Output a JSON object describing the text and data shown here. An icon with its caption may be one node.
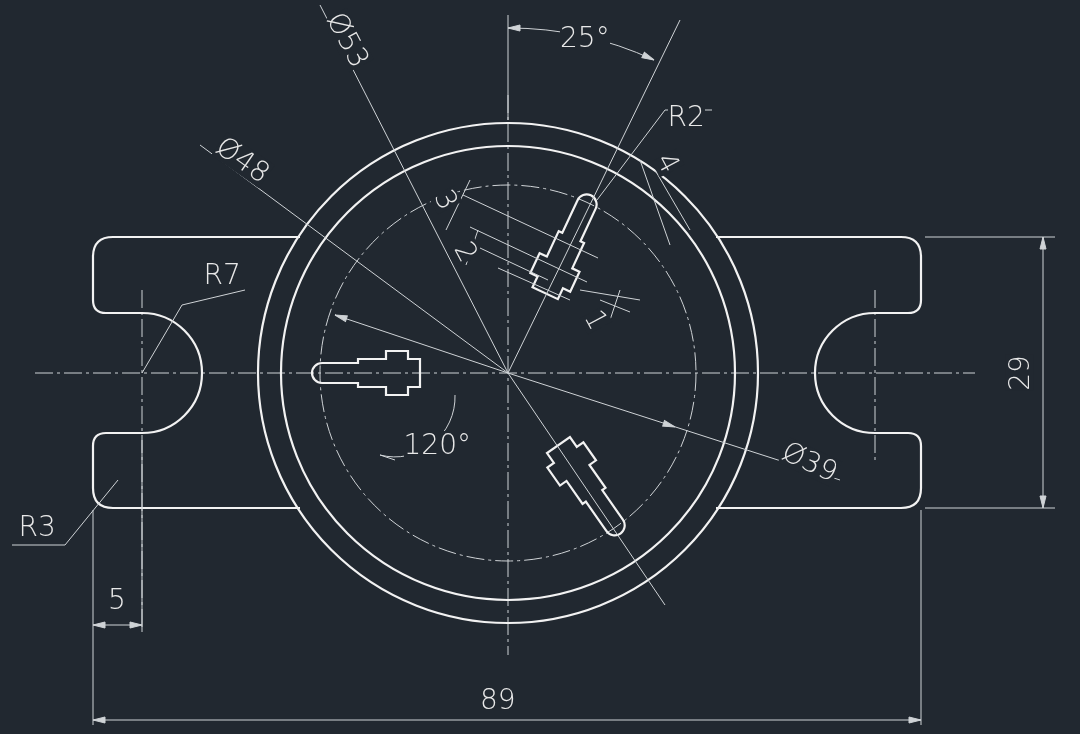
{
  "diagram": {
    "labels": [
      "25°",
      "Ø53",
      "R2",
      "Ø48",
      "4",
      "3",
      "2",
      "R7",
      "1",
      "29",
      "120°",
      "Ø39",
      "R3",
      "5",
      "89"
    ]
  }
}
